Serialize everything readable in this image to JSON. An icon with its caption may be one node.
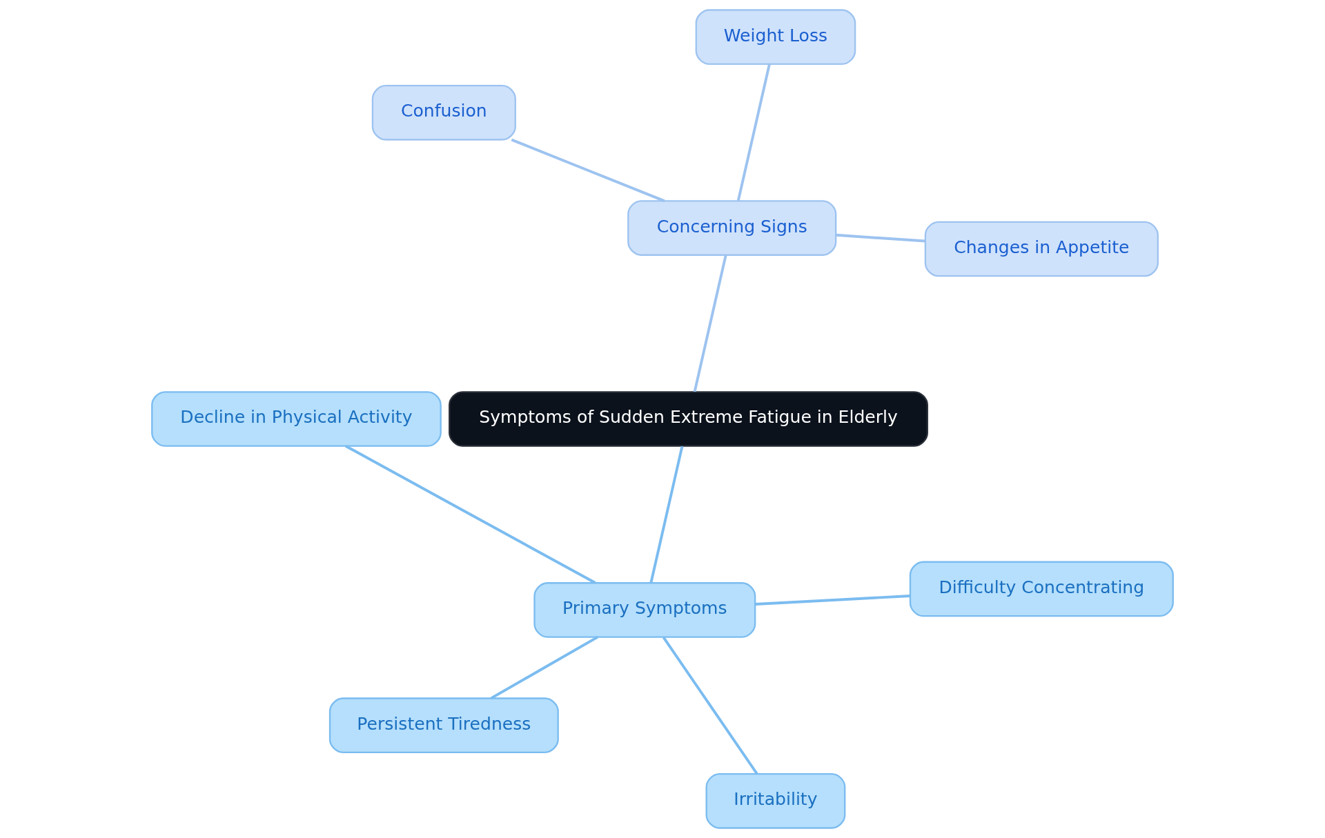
{
  "diagram": {
    "nodes": [
      {
        "text": [
          "Symptoms of Sudden Extreme Fatigue in Elderly"
        ]
      },
      {
        "text": [
          "Concerning Signs"
        ]
      },
      {
        "text": [
          "Changes in Appetite"
        ]
      },
      {
        "text": [
          "Weight Loss"
        ]
      },
      {
        "text": [
          "Confusion"
        ]
      },
      {
        "text": [
          "Primary Symptoms"
        ]
      },
      {
        "text": [
          "Decline in Physical Activity"
        ]
      },
      {
        "text": [
          "Persistent Tiredness"
        ]
      },
      {
        "text": [
          "Irritability"
        ]
      },
      {
        "text": [
          "Difficulty Concentrating"
        ]
      }
    ],
    "edges": [
      {
        "from": 0,
        "to": 1,
        "arrow": "none",
        "color": "#9dc3f0"
      },
      {
        "from": 1,
        "to": 2,
        "arrow": "none",
        "color": "#9dc3f0"
      },
      {
        "from": 1,
        "to": 3,
        "arrow": "none",
        "color": "#9dc3f0"
      },
      {
        "from": 1,
        "to": 4,
        "arrow": "none",
        "color": "#9dc3f0"
      },
      {
        "from": 0,
        "to": 5,
        "arrow": "none"
      },
      {
        "from": 5,
        "to": 6,
        "arrow": "none"
      },
      {
        "from": 5,
        "to": 7,
        "arrow": "none"
      },
      {
        "from": 5,
        "to": 8,
        "arrow": "none"
      },
      {
        "from": 5,
        "to": 9,
        "arrow": "none"
      }
    ]
  }
}
